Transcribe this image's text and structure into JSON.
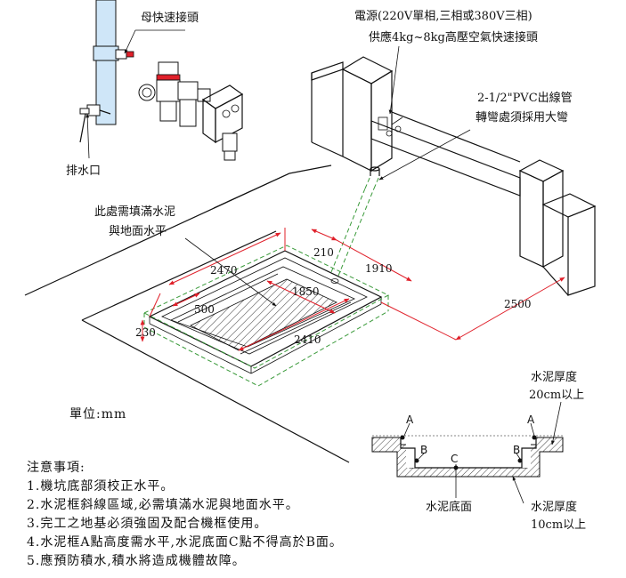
{
  "labels": {
    "female_connector": "母快速接頭",
    "drain": "排水口",
    "power_line1": "電源(220V單相,三相或380V三相)",
    "power_line2": "供應4kg~8kg高壓空氣快速接頭",
    "pvc_line1": "2-1/2\"PVC出線管",
    "pvc_line2": "轉彎處須採用大彎",
    "fill_line1": "此處需填滿水泥",
    "fill_line2": "與地面水平",
    "unit": "單位:mm"
  },
  "dimensions": {
    "d2470": "2470",
    "d210": "210",
    "d1910": "1910",
    "d1850": "1850",
    "d500": "500",
    "d230": "230",
    "d2410": "2410",
    "d2500": "2500"
  },
  "section": {
    "top_thickness_line1": "水泥厚度",
    "top_thickness_line2": "20cm以上",
    "bottom_label": "水泥底面",
    "bottom_thickness_line1": "水泥厚度",
    "bottom_thickness_line2": "10cm以上",
    "point_a": "A",
    "point_b": "B",
    "point_c": "C"
  },
  "notes": {
    "title": "注意事項:",
    "items": [
      "1.機坑底部須校正水平。",
      "2.水泥框斜線區域,必需填滿水泥與地面水平。",
      "3.完工之地基必須強固及配合機框使用。",
      "4.水泥框A點高度需水平,水泥底面C點不得高於B面。",
      "5.應預防積水,積水將造成機體故障。"
    ]
  }
}
